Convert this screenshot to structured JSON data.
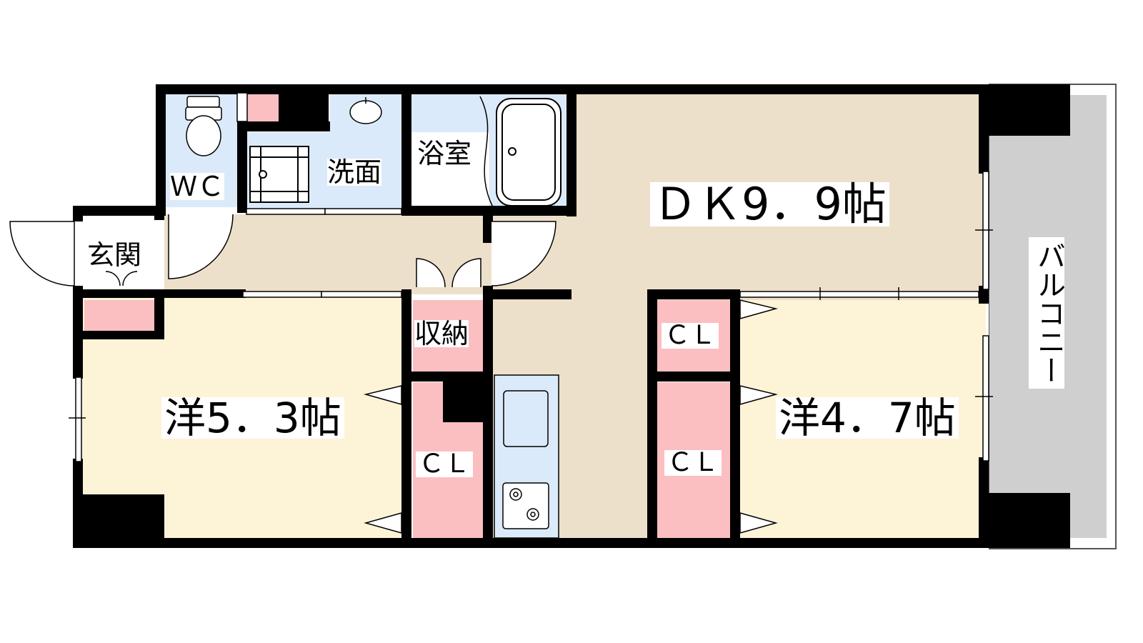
{
  "colors": {
    "wall": "#000000",
    "wet_area": "#dbeafa",
    "dining_kitchen": "#ede0cb",
    "western_room": "#fdf3d7",
    "closet": "#fbbfc1",
    "balcony": "#cfcfcf",
    "hallway": "#ede0cb"
  },
  "labels": {
    "wc": "ＷＣ",
    "washroom": "洗面",
    "bathroom": "浴室",
    "entrance": "玄関",
    "dk": "ＤＫ9．9帖",
    "storage": "収納",
    "room1": "洋5．3帖",
    "room2": "洋4．7帖",
    "closet1": "ＣＬ",
    "closet2": "ＣＬ",
    "closet3": "ＣＬ",
    "balcony": "バルコニー"
  },
  "icons": [
    "toilet-icon",
    "sink-icon",
    "bathtub-icon",
    "washing-machine-icon",
    "kitchen-sink-icon",
    "stove-icon"
  ]
}
